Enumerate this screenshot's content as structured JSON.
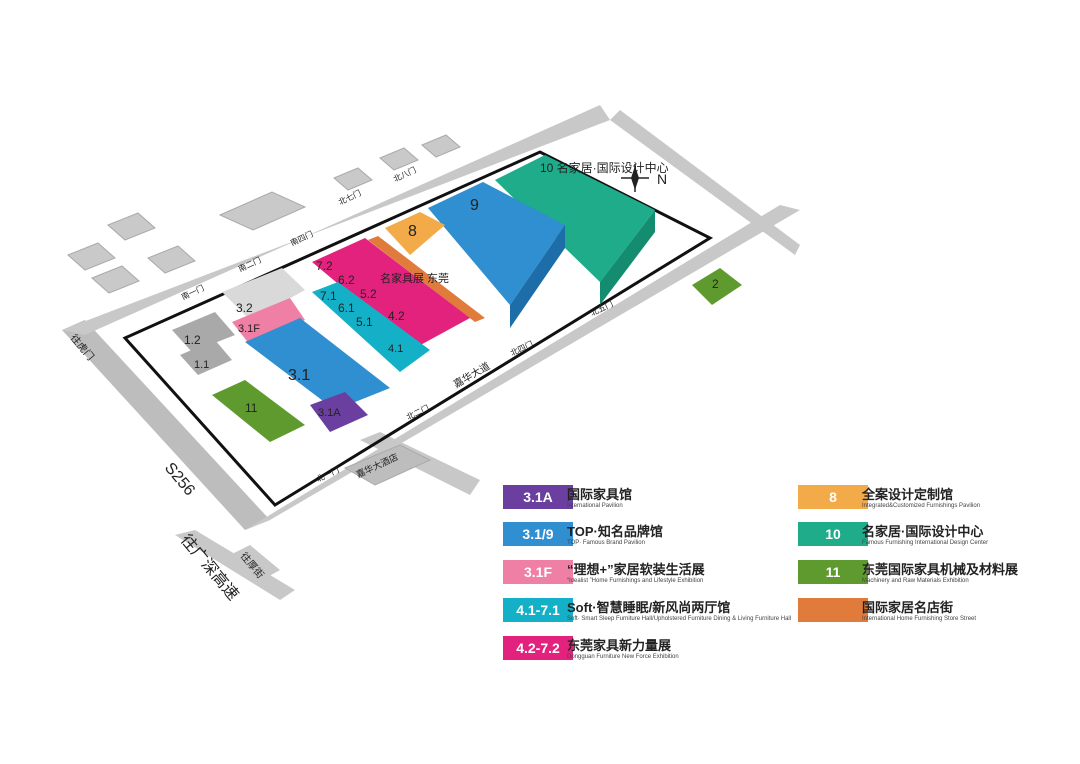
{
  "map": {
    "roads": {
      "s256": "S256",
      "to_expressway": "往广深高速",
      "to_humen": "往虎门",
      "to_houjie": "往厚街",
      "jiahua_avenue": "嘉华大道",
      "jiahua_hotel": "嘉华大酒店"
    },
    "gates": {
      "south_1": "南一门",
      "south_2": "南二门",
      "south_4": "南四门",
      "north_1": "北一门",
      "north_2": "北二门",
      "north_4": "北四门",
      "north_5": "北五门",
      "north_7": "北七门",
      "north_8": "北八门"
    },
    "compass": "N",
    "halls": {
      "h9": "9",
      "h10": "10",
      "h10_sign": "10 名家居·国际设计中心",
      "h8": "8",
      "h2": "2",
      "h11": "11",
      "h1_1": "1.1",
      "h1_2": "1.2",
      "h3_1": "3.1",
      "h3_1A": "3.1A",
      "h3_2": "3.2",
      "h3_1F": "3.1F",
      "h4_1": "4.1",
      "h4_2": "4.2",
      "h5_1": "5.1",
      "h5_2": "5.2",
      "h6_1": "6.1",
      "h6_2": "6.2",
      "h7_1": "7.1",
      "h7_2": "7.2",
      "brand": "名家具展 东莞"
    }
  },
  "legend": [
    {
      "code": "3.1A",
      "name_zh": "国际家具馆",
      "name_en": "International Pavilion",
      "color": "#6b3fa0"
    },
    {
      "code": "3.1/9",
      "name_zh": "TOP·知名品牌馆",
      "name_en": "TOP· Famous Brand Pavilion",
      "color": "#2f8fd0"
    },
    {
      "code": "3.1F",
      "name_zh": "“理想+”家居软装生活展",
      "name_en": "“Idealist ”Home Furnishings and Lifestyle Exhibition",
      "color": "#ef7fa5"
    },
    {
      "code": "4.1-7.1",
      "name_zh": "Soft·智慧睡眠/新风尚两厅馆",
      "name_en": "Soft· Smart Sleep Furniture Hall/Upholstered Furniture Dining & Living Furniture Hall",
      "color": "#14b0c8"
    },
    {
      "code": "4.2-7.2",
      "name_zh": "东莞家具新力量展",
      "name_en": "Dongguan Furniture New Force Exhibition",
      "color": "#e3227e"
    },
    {
      "code": "8",
      "name_zh": "全案设计定制馆",
      "name_en": "Integrated&Customized Furnishings Pavilion",
      "color": "#f2ab48"
    },
    {
      "code": "10",
      "name_zh": "名家居·国际设计中心",
      "name_en": "Famous Furnishing International Design Center",
      "color": "#1eac8a"
    },
    {
      "code": "11",
      "name_zh": "东莞国际家具机械及材料展",
      "name_en": "Machinery and Raw Materials Exhibition",
      "color": "#5f9a2e"
    },
    {
      "code": "",
      "name_zh": "国际家居名店街",
      "name_en": "International Home Furnishing Store Street",
      "color": "#e07b3c"
    }
  ]
}
